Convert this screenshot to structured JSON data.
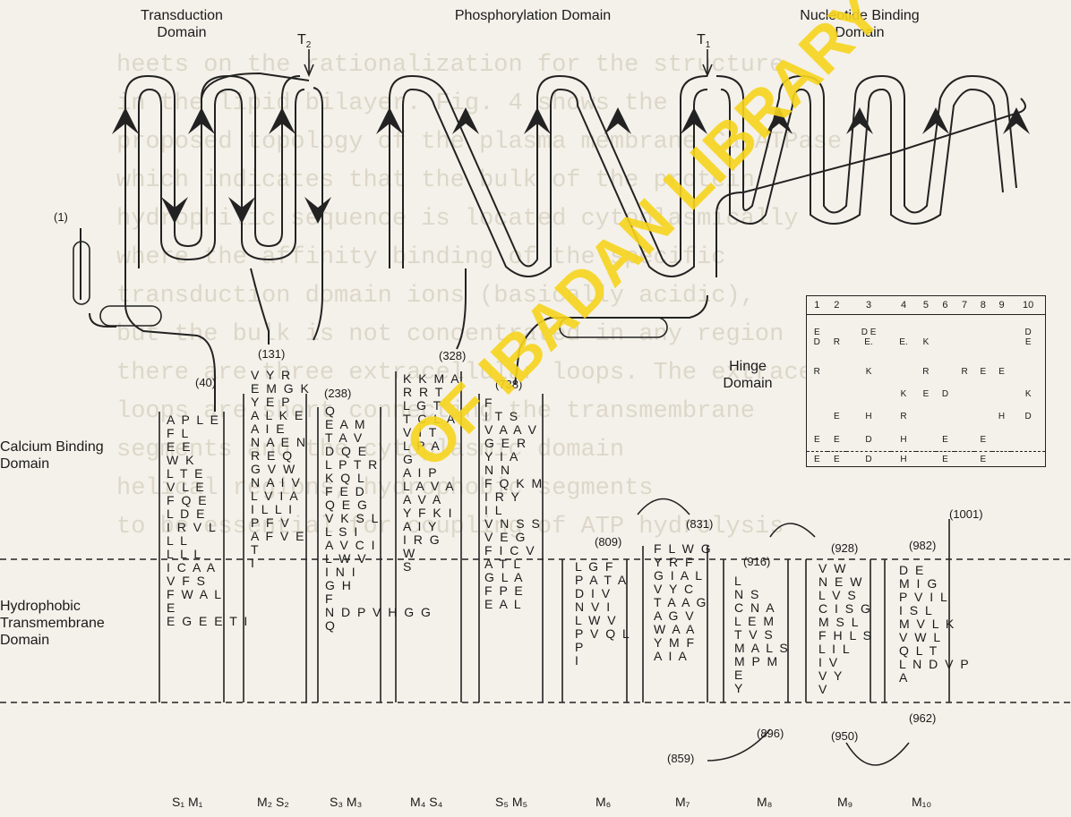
{
  "domains": {
    "transduction": "Transduction\nDomain",
    "phosphorylation": "Phosphorylation Domain",
    "nucleotide": "Nucleotide Binding\nDomain",
    "hinge": "Hinge\nDomain",
    "calcium": "Calcium Binding\nDomain",
    "hydrophobic": "Hydrophobic\nTransmembrane\nDomain"
  },
  "cleavage": {
    "t2": "T",
    "t2_sub": "2",
    "t1": "T",
    "t1_sub": "1"
  },
  "residue_numbers": [
    "(1)",
    "(131)",
    "(328)",
    "(40)",
    "(238)",
    "(738)",
    "(809)",
    "(831)",
    "(1001)",
    "(916)",
    "(928)",
    "(982)",
    "(896)",
    "(950)",
    "(962)",
    "(859)"
  ],
  "segments": [
    "S₁ M₁",
    "M₂ S₂",
    "S₃ M₃",
    "M₄ S₄",
    "S₅ M₅",
    "M₆",
    "M₇",
    "M₈",
    "M₉",
    "M₁₀"
  ],
  "helix_residues": [
    "A P L E\nF L\nE E\nW K\nL T E\nV L E\nF Q E\nL D E\nI R V L\nL L\nL L L\nI C A A\nV F S\nF W A L\nE\nE G E E T I",
    "V Y R\nE M G K\nY E P\nA L K E\nA I E\nN A E N\nR E Q\nG V W\nN A I V\nL V I A\nI L L I\nP F V\nA F V E\nT\nI",
    "Q\nE A M\nT A V\nD Q E\nL P T R\nK Q L\nF E D\nQ E G\nV K S L\nL S I\nA V C I\nL W V\nI N I\nG H\nF\nN D P V H G G\nQ",
    "K K M A\nR R T\nL G T\nT C L A\nV I T\nL P A\nG\nA I P\nL A V A\nA V A\nY F K I\nA I Y\nI R G\nW\nS",
    "F\nI T S\nV A A V\nG E R\nY I A\nN N\nF Q K M\nI R Y\nI L\nV N S S\nV E G\nF I C V\nA T L\nG L A\nF P E\nE A L",
    "L G F\nP A T A\nD I V\nN V I\nL W V\nP V Q L\nP\nI",
    "F L W G\nY R F\nG I A L\nV Y C\nT A A G\nA G V\nW A A\nY M F\nA I A",
    "L\nN S\nC N A\nL E M\nT V S\nM A L S\nM P M\nE\nY",
    "V W\nN E W\nL V S\nC I S G\nM S L\nF H L S\nL I L\nI V\nV Y\nV",
    "D E\nM I G\nP V I L\nI S L\nM V L K\nV W L\nQ L T\nL N D V P\nA"
  ],
  "table": {
    "headers": [
      "1",
      "2",
      "3",
      "4",
      "5",
      "6",
      "7",
      "8",
      "9",
      "10"
    ],
    "rows": [
      [
        "E\nD",
        "\nR",
        "D E\nE.",
        "\nE.",
        "\nK",
        "",
        "",
        "",
        "",
        "D\nE"
      ],
      [
        "R",
        "",
        "K",
        "",
        "R",
        "",
        "R",
        "E",
        "E",
        ""
      ],
      [
        "",
        "",
        "",
        "K",
        "E",
        "D",
        "",
        "",
        "",
        "K"
      ],
      [
        "",
        "E",
        "H",
        "R",
        "",
        "",
        "",
        "",
        "H",
        "D"
      ],
      [
        "E",
        "E",
        "D",
        "H",
        "",
        "E",
        "",
        "E",
        "",
        ""
      ]
    ],
    "footer": [
      "E",
      "E",
      "D",
      "H",
      "",
      "E",
      "",
      "E",
      "",
      ""
    ]
  },
  "watermark": "OF IBADAN LIBRARY",
  "background_text": "heets on the rationalization for the structure\nin the lipid bilayer. Fig. 4 shows the\nproposed topology of the plasma membrane Ca-ATPase\nwhich indicates that the bulk of the protein\nhydrophilic sequence is located cytoplasmically\nwhere the affinity binding of the specific\ntransduction domain ions (basically acidic),\nbut the bulk is not concentrated in any region\nthere are three extracellular loops. The extracellular\nloops are short connecting the transmembrane\nsegments and the cytoplasmic domain\nhelical regions, hydrophobic segments\nto be essential for coupling of ATP hydrolysis"
}
